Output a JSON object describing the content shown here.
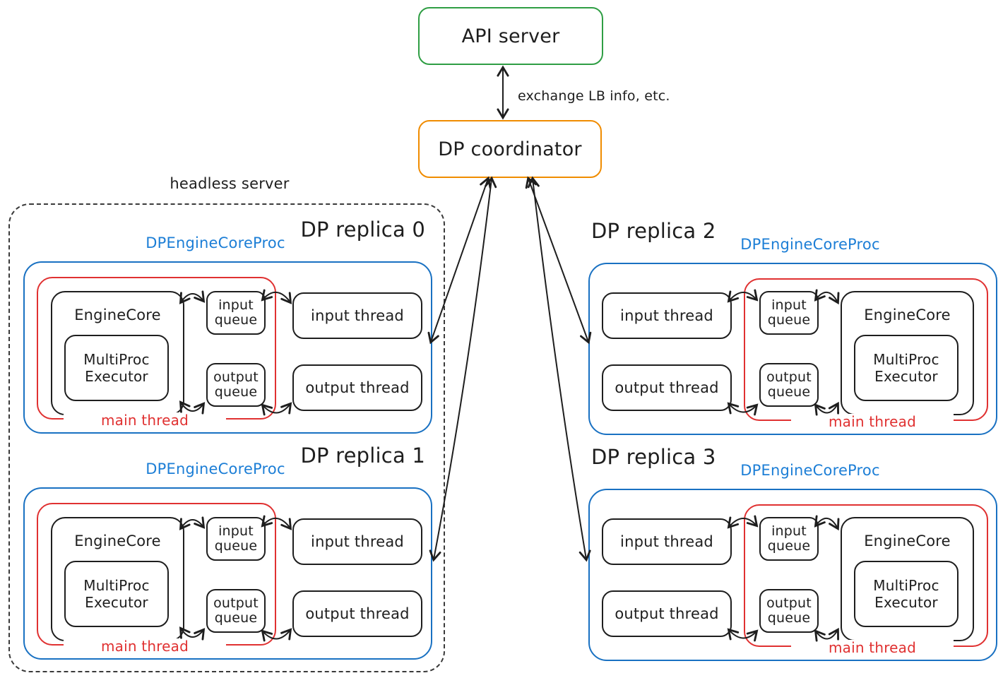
{
  "top": {
    "api_server_label": "API server",
    "coordinator_label": "DP coordinator",
    "exchange_label": "exchange LB info, etc."
  },
  "headless_group": {
    "label": "headless server"
  },
  "colors": {
    "api_border": "#2f9e44",
    "coordinator_border": "#f08c00",
    "proc_box_border": "#1971c2",
    "proc_label_text": "#1c7ed6",
    "main_thread": "#e03131",
    "ink": "#1e1e1e"
  },
  "replicas": [
    {
      "title": "DP replica 0",
      "proc_label": "DPEngineCoreProc",
      "engine_core_label": "EngineCore",
      "executor_label": "MultiProc Executor",
      "input_queue_label": "input queue",
      "output_queue_label": "output queue",
      "input_thread_label": "input thread",
      "output_thread_label": "output thread",
      "main_thread_label": "main thread"
    },
    {
      "title": "DP replica 1",
      "proc_label": "DPEngineCoreProc",
      "engine_core_label": "EngineCore",
      "executor_label": "MultiProc Executor",
      "input_queue_label": "input queue",
      "output_queue_label": "output queue",
      "input_thread_label": "input thread",
      "output_thread_label": "output thread",
      "main_thread_label": "main thread"
    },
    {
      "title": "DP replica 2",
      "proc_label": "DPEngineCoreProc",
      "engine_core_label": "EngineCore",
      "executor_label": "MultiProc Executor",
      "input_queue_label": "input queue",
      "output_queue_label": "output queue",
      "input_thread_label": "input thread",
      "output_thread_label": "output thread",
      "main_thread_label": "main thread"
    },
    {
      "title": "DP replica 3",
      "proc_label": "DPEngineCoreProc",
      "engine_core_label": "EngineCore",
      "executor_label": "MultiProc Executor",
      "input_queue_label": "input queue",
      "output_queue_label": "output queue",
      "input_thread_label": "input thread",
      "output_thread_label": "output thread",
      "main_thread_label": "main thread"
    }
  ]
}
